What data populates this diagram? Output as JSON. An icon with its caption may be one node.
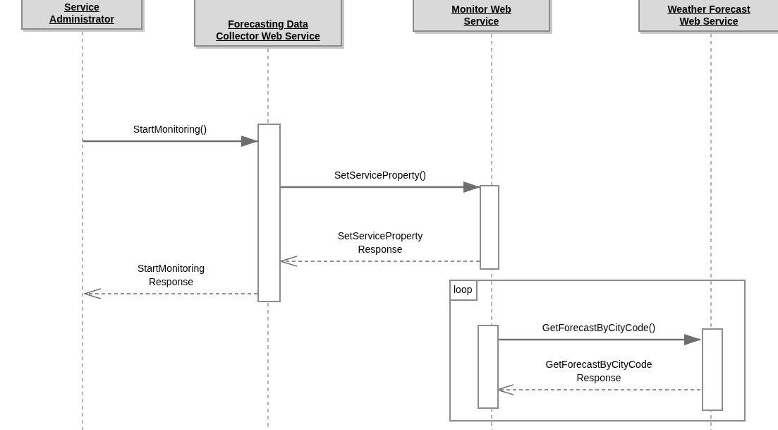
{
  "diagram": {
    "nodes": [
      {
        "text": [
          "Service Administrator"
        ]
      },
      {
        "text": [
          "Forecasting Data Collector Web Service"
        ]
      },
      {
        "text": [
          "Monitor Web Service"
        ]
      },
      {
        "text": [
          "Weather Forecast Web Service"
        ]
      },
      {
        "text": [],
        "shape": "bar"
      },
      {
        "text": [],
        "shape": "bar"
      },
      {
        "text": [
          "loop"
        ]
      },
      {
        "text": [],
        "shape": "bar",
        "in": 6
      },
      {
        "text": [],
        "shape": "bar",
        "in": 6
      }
    ],
    "edges": [
      {
        "from": null,
        "to": 4,
        "arrow": "to",
        "label": "StartMonitoring()"
      },
      {
        "from": 4,
        "to": 5,
        "arrow": "to",
        "label": "SetServiceProperty()"
      },
      {
        "from": 5,
        "to": 4,
        "arrow": "to",
        "label": "SetServiceProperty Response",
        "style": "dashed"
      },
      {
        "from": 4,
        "to": null,
        "arrow": "to",
        "label": "StartMonitoring Response",
        "style": "dashed"
      },
      {
        "from": 7,
        "to": 8,
        "arrow": "to",
        "label": "GetForecastByCityCode()"
      },
      {
        "from": 8,
        "to": 7,
        "arrow": "to",
        "label": "GetForecastByCityCode Response",
        "style": "dashed"
      }
    ]
  }
}
